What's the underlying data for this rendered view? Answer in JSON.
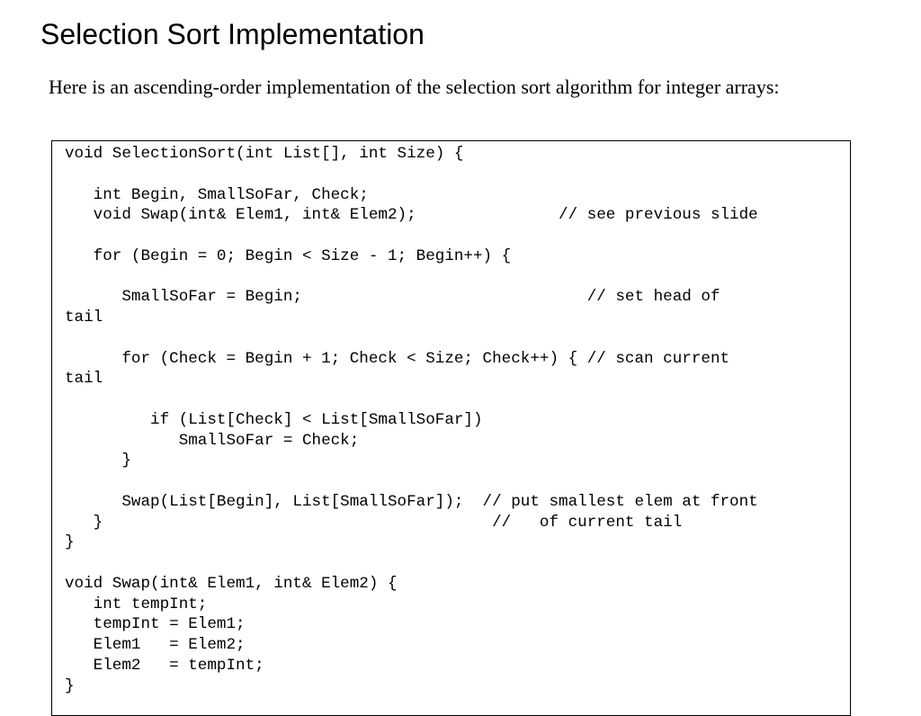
{
  "slide": {
    "title": "Selection Sort Implementation",
    "intro": "Here is an ascending-order implementation of the selection sort algorithm for integer arrays:"
  },
  "code": {
    "lines": [
      "void SelectionSort(int List[], int Size) {",
      "",
      "   int Begin, SmallSoFar, Check;",
      "   void Swap(int& Elem1, int& Elem2);               // see previous slide",
      "",
      "   for (Begin = 0; Begin < Size - 1; Begin++) {",
      "",
      "      SmallSoFar = Begin;                              // set head of",
      "tail",
      "",
      "      for (Check = Begin + 1; Check < Size; Check++) { // scan current",
      "tail",
      "",
      "         if (List[Check] < List[SmallSoFar])",
      "            SmallSoFar = Check;",
      "      }",
      "",
      "      Swap(List[Begin], List[SmallSoFar]);  // put smallest elem at front",
      "   }                                         //   of current tail",
      "}",
      "",
      "void Swap(int& Elem1, int& Elem2) {",
      "   int tempInt;",
      "   tempInt = Elem1;",
      "   Elem1   = Elem2;",
      "   Elem2   = tempInt;",
      "}"
    ]
  }
}
